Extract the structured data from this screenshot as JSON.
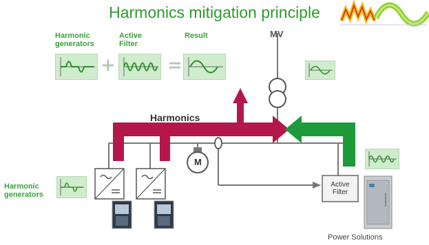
{
  "title": "Harmonics mitigation principle",
  "top_labels": {
    "harmonic_generators": "Harmonic generators",
    "active_filter": "Active Filter",
    "result": "Result"
  },
  "mv_label": "MV",
  "harmonics_label": "Harmonics",
  "left_label": "Harmonic generators",
  "active_filter_box": "Active Filter",
  "motor_label": "M",
  "power_solutions": "Power Solutions",
  "operators": {
    "plus": "+",
    "equals": "="
  },
  "colors": {
    "title": "#2e9a2e",
    "harmonics_arrow": "#b5174a",
    "compensation_arrow": "#1f9a3a",
    "waveform_panel": "#cfeccc",
    "waveform_line": "#2a8f2a",
    "line": "#777777"
  },
  "icons": [
    "waveform-chart-icon",
    "transformer-icon",
    "drive-icon",
    "motor-icon",
    "current-sensor-icon",
    "cabinet-icon",
    "logo-waves-icon"
  ]
}
